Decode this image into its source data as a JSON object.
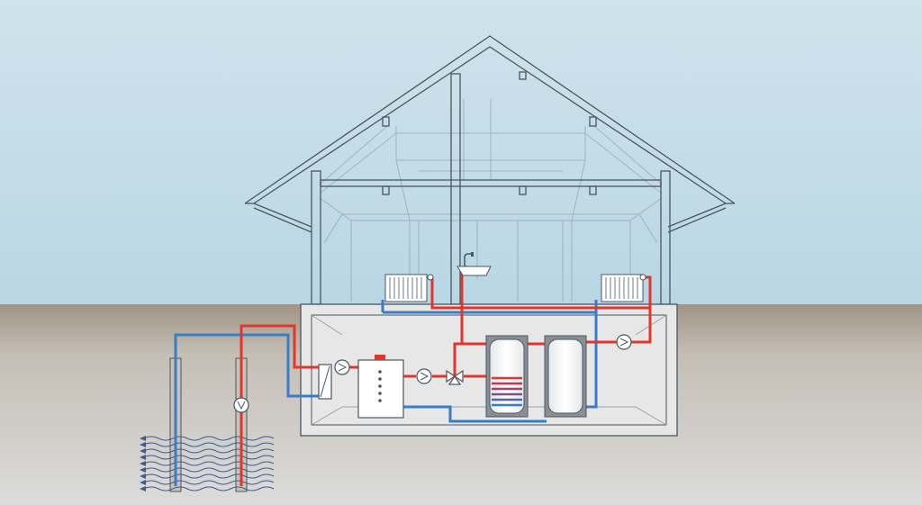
{
  "diagram": {
    "colors": {
      "sky_top": "#cfe3ec",
      "sky_bottom": "#b9d6e4",
      "ground_top": "#9f9485",
      "ground_bottom": "#dcdcdc",
      "outline": "#4a5660",
      "interior_line": "#8fa1ad",
      "basement_fill": "#e7e7e7",
      "hot_pipe": "#e2352c",
      "cold_pipe": "#3a7cc6",
      "water_wave": "#3d5d8c",
      "equipment": "#ffffff",
      "tank_shell": "#8a8f94"
    },
    "components": [
      "house-frame",
      "roof",
      "basement-technical-room",
      "radiator-left",
      "radiator-right",
      "wash-basin-tap",
      "heat-pump-unit",
      "heat-exchanger",
      "circulation-pump",
      "three-way-valve",
      "domestic-hot-water-tank",
      "buffer-tank",
      "supply-well",
      "return-well",
      "well-pump",
      "groundwater-flow"
    ]
  }
}
